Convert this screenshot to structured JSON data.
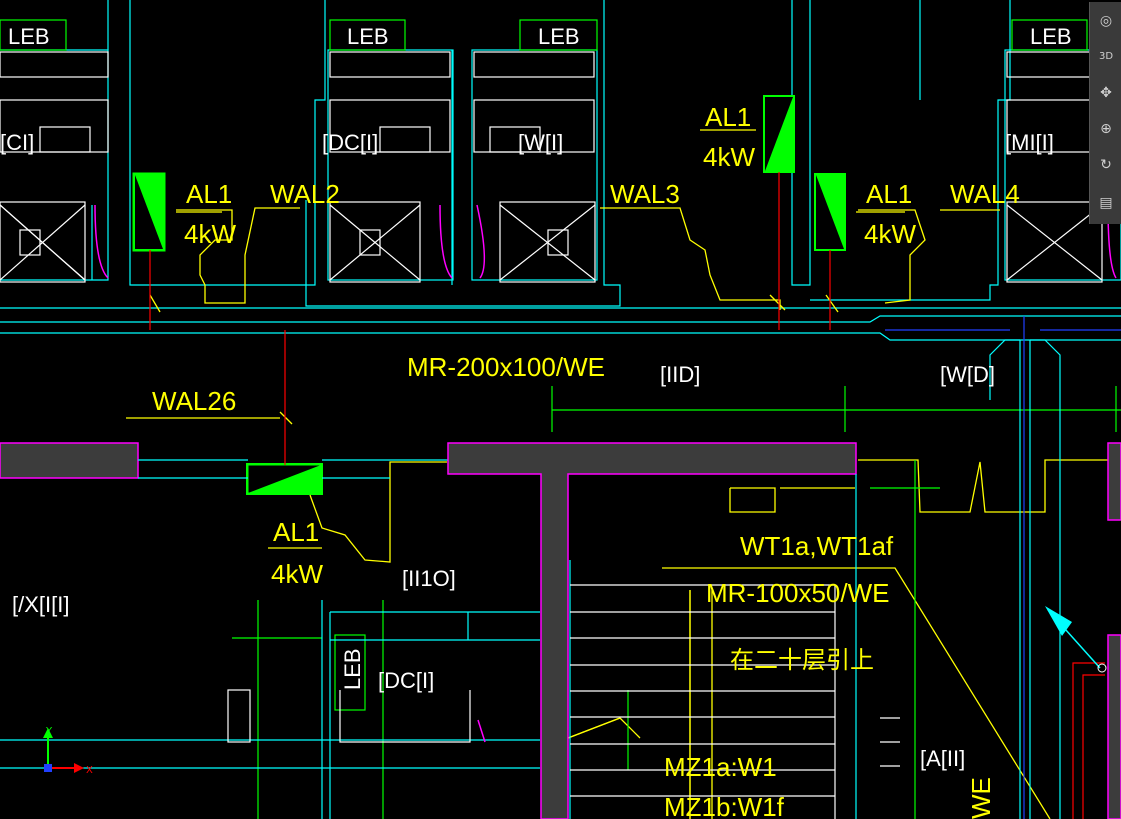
{
  "drawing": {
    "room_labels": [
      "LEB",
      "LEB",
      "LEB",
      "LEB"
    ],
    "leb_vertical": "LEB",
    "panel_labels": [
      {
        "name": "AL1",
        "power": "4kW"
      },
      {
        "name": "AL1",
        "power": "4kW"
      },
      {
        "name": "AL1",
        "power": "4kW"
      },
      {
        "name": "AL1",
        "power": "4kW"
      }
    ],
    "circuits": [
      "WAL2",
      "WAL3",
      "WAL4",
      "WAL26"
    ],
    "tray_main": "MR-200x100/WE",
    "tray_branch": "MR-100x50/WE",
    "cable_wt": "WT1a,WT1af",
    "riser_note": "在二十层引上",
    "mz_1": "MZ1a:W1",
    "mz_2": "MZ1b:W1f",
    "we_label": "WE",
    "room_codes": [
      "[CI]",
      "[DC[I]",
      "[W[I]",
      "[MI[I]",
      "[IID]",
      "[W[D]",
      "[II1O]",
      "[/X[I[I]",
      "[DC[I]",
      "[A[II]"
    ]
  },
  "ucs": {
    "x": "X",
    "y": "Y"
  },
  "navbar": {
    "steering_wheel": "◎",
    "view_cube": "3D",
    "pan": "✥",
    "zoom": "⊕",
    "orbit": "↻",
    "showmotion": "▤"
  },
  "colors": {
    "background": "#000000",
    "cyan": "#00ffff",
    "yellow": "#ffff00",
    "green": "#00ff00",
    "magenta": "#ff00ff",
    "red": "#ff0000",
    "gray_wall": "#3c3c3c"
  }
}
